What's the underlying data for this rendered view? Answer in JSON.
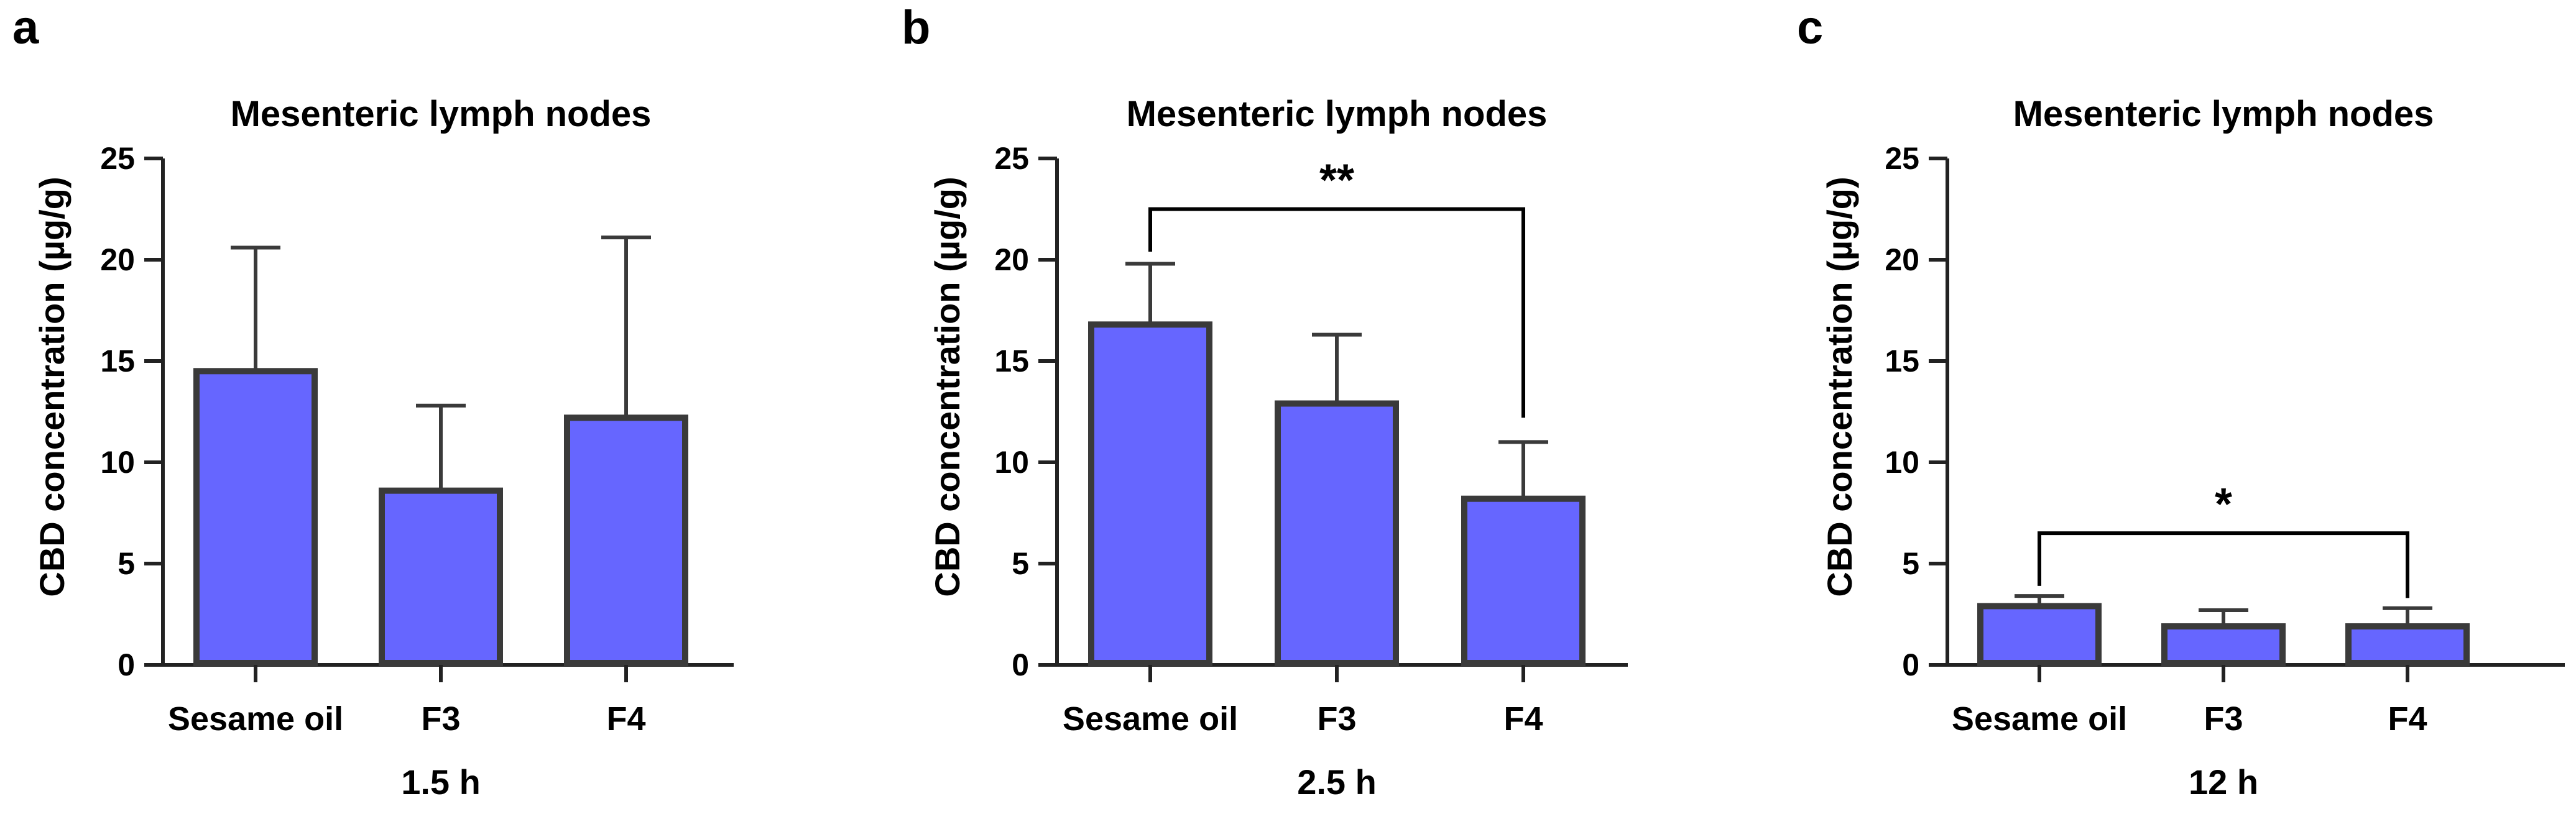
{
  "colors": {
    "bar_fill": "#6666ff",
    "bar_stroke": "#3a3a3a",
    "axis": "#222222"
  },
  "chart_data": [
    {
      "panel": "a",
      "type": "bar",
      "title": "Mesenteric lymph nodes",
      "xlabel": "1.5 h",
      "ylabel": "CBD concentration (µg/g)",
      "categories": [
        "Sesame oil",
        "F3",
        "F4"
      ],
      "values": [
        14.5,
        8.6,
        12.2
      ],
      "error_upper": [
        20.6,
        12.8,
        21.1
      ],
      "ylim": [
        0,
        25
      ],
      "yticks": [
        "0",
        "5",
        "10",
        "15",
        "20",
        "25"
      ],
      "significance": []
    },
    {
      "panel": "b",
      "type": "bar",
      "title": "Mesenteric lymph nodes",
      "xlabel": "2.5 h",
      "ylabel": "CBD concentration (µg/g)",
      "categories": [
        "Sesame oil",
        "F3",
        "F4"
      ],
      "values": [
        16.8,
        12.9,
        8.2
      ],
      "error_upper": [
        19.8,
        16.3,
        11.0
      ],
      "ylim": [
        0,
        25
      ],
      "yticks": [
        "0",
        "5",
        "10",
        "15",
        "20",
        "25"
      ],
      "significance": [
        {
          "from": 0,
          "to": 2,
          "label": "**",
          "y_level": 22.5,
          "left_drop_to": 20.4,
          "right_drop_to": 12.2
        }
      ]
    },
    {
      "panel": "c",
      "type": "bar",
      "title": "Mesenteric lymph nodes",
      "xlabel": "12 h",
      "ylabel": "CBD concentration (µg/g)",
      "categories": [
        "Sesame oil",
        "F3",
        "F4"
      ],
      "values": [
        2.9,
        1.9,
        1.9
      ],
      "error_upper": [
        3.4,
        2.7,
        2.8
      ],
      "ylim": [
        0,
        25
      ],
      "yticks": [
        "0",
        "5",
        "10",
        "15",
        "20",
        "25"
      ],
      "significance": [
        {
          "from": 0,
          "to": 2,
          "label": "*",
          "y_level": 6.5,
          "left_drop_to": 3.9,
          "right_drop_to": 3.3
        }
      ]
    }
  ]
}
